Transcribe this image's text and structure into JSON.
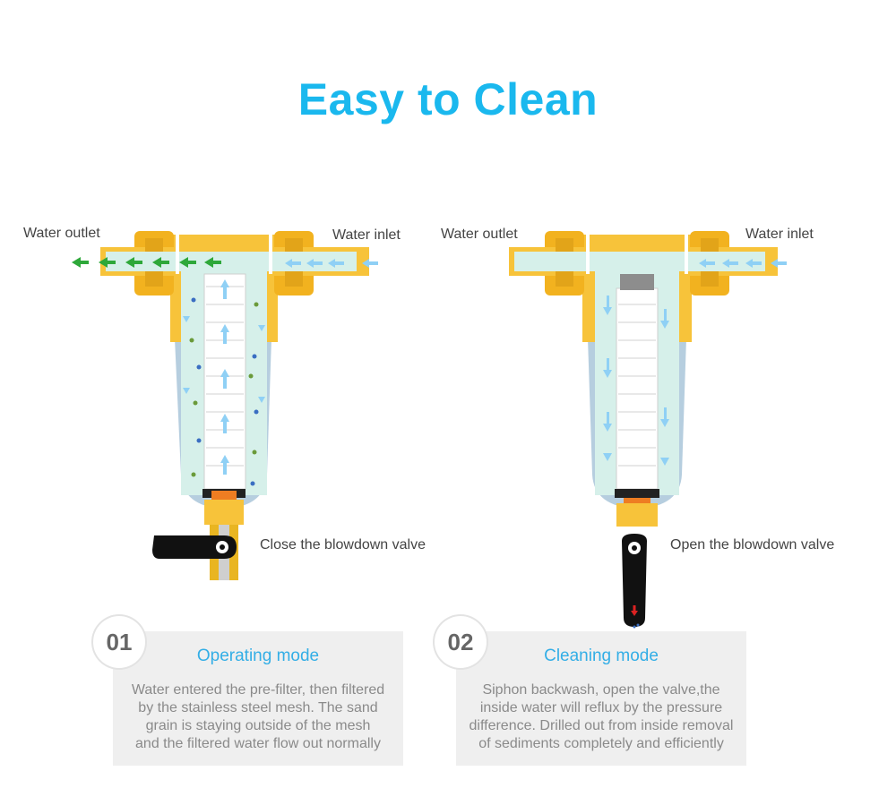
{
  "title": "Easy to Clean",
  "left": {
    "outlet": "Water outlet",
    "inlet": "Water inlet",
    "valve": "Close the blowdown valve",
    "step": "01",
    "mode": "Operating mode",
    "desc": [
      "Water entered the pre-filter, then filtered",
      "by the stainless steel mesh. The sand",
      "grain is staying outside of the mesh",
      "and the filtered water flow out normally"
    ]
  },
  "right": {
    "outlet": "Water outlet",
    "inlet": "Water inlet",
    "valve": "Open the blowdown valve",
    "step": "02",
    "mode": "Cleaning mode",
    "desc": [
      "Siphon backwash, open the valve,the",
      "inside water will reflux by the pressure",
      "difference. Drilled out from inside removal",
      "of sediments completely and efficiently"
    ]
  },
  "colors": {
    "title": "#1ab8ee",
    "brass": "#f7c33a",
    "glass": "#a9c6d9",
    "mesh": "#dff3ef",
    "flow": "#8fd0f5",
    "outflow": "#2ea83a",
    "handle": "#111111",
    "accent": "#ee7d22"
  }
}
